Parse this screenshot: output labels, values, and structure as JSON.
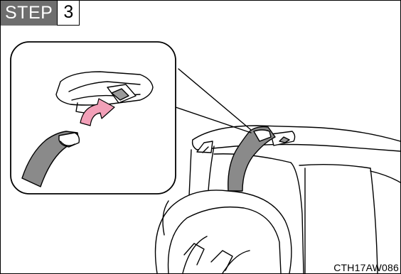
{
  "step": {
    "label": "STEP",
    "number": "3"
  },
  "figure_code": "CTH17AW086",
  "colors": {
    "step_badge_bg": "#6e6e6e",
    "arrow": "#f2a0b8",
    "strap": "#8a8a8a",
    "anchor_dark": "#9a9a9a"
  }
}
